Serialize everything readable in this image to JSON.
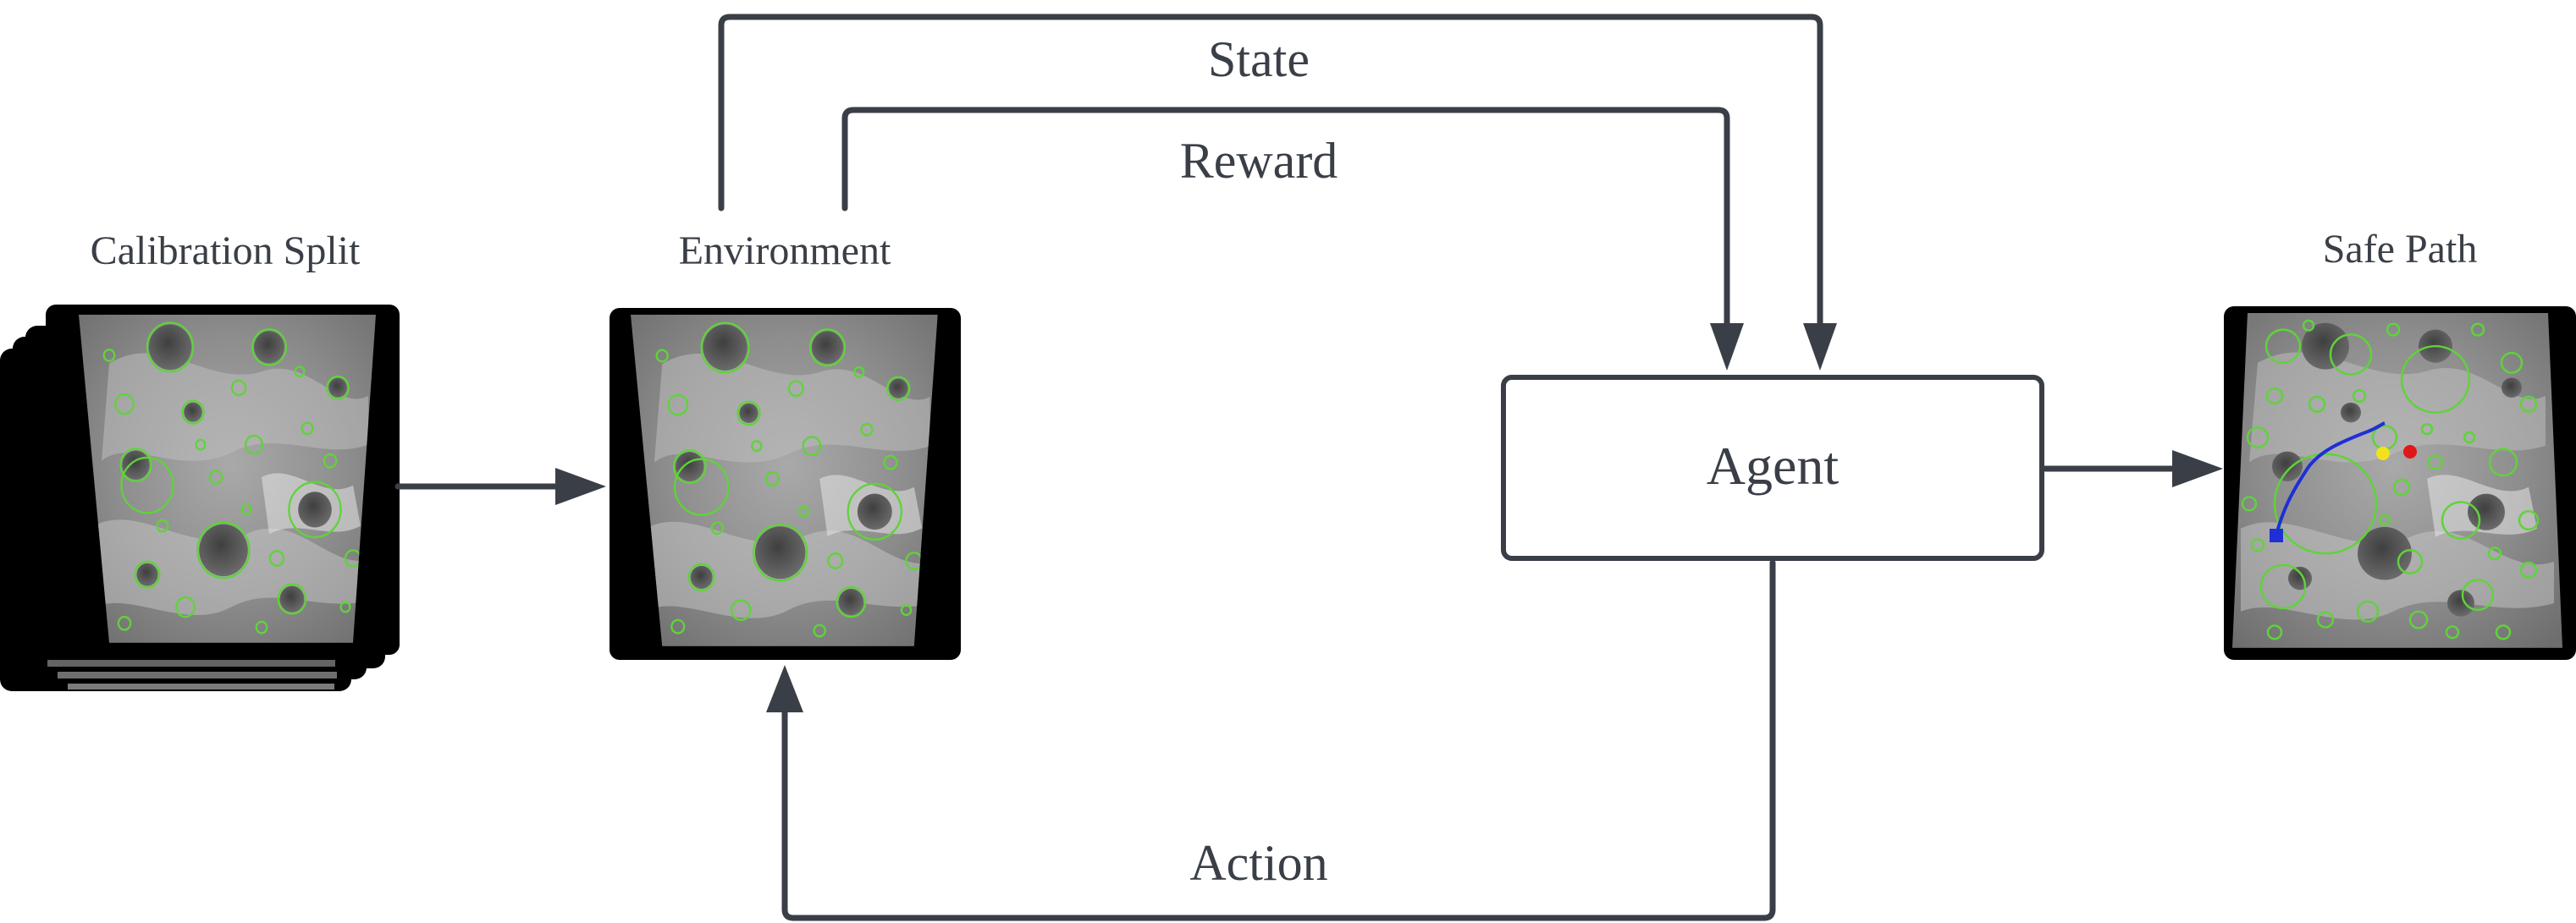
{
  "labels": {
    "calibration_split": "Calibration Split",
    "environment": "Environment",
    "safe_path": "Safe Path",
    "state": "State",
    "reward": "Reward",
    "agent": "Agent",
    "action": "Action"
  },
  "colors": {
    "line": "#3a3f47",
    "crater_outline": "#5fd33a",
    "path": "#1f2fd6",
    "start_marker": "#1f2fd6",
    "goal_marker": "#e01818",
    "waypoint_marker": "#f2e21c"
  }
}
